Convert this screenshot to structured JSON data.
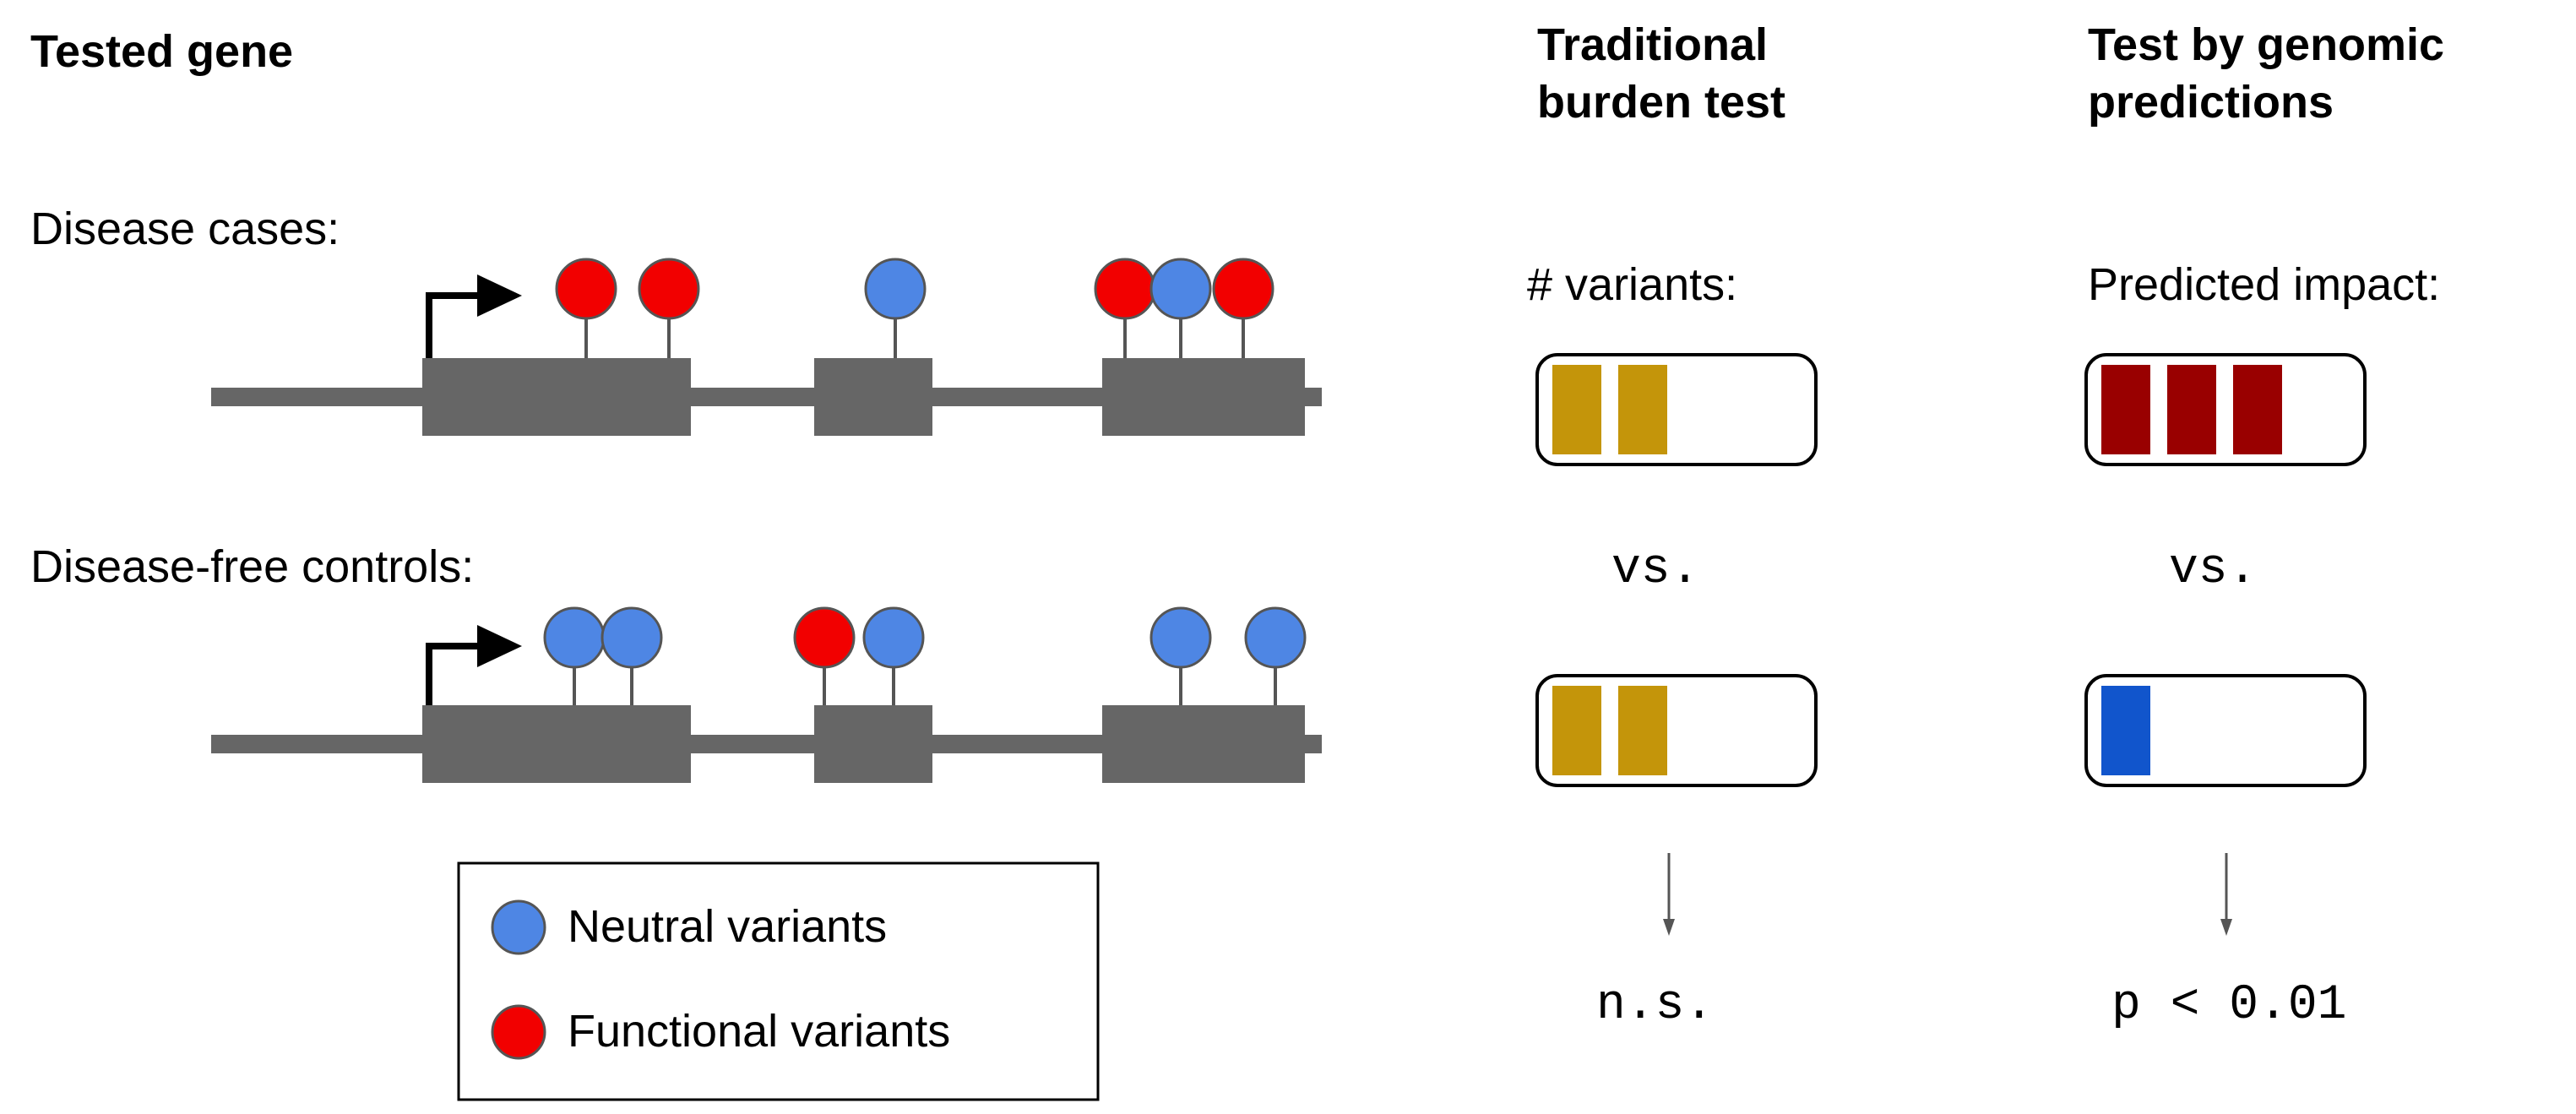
{
  "headings": {
    "tested_gene": "Tested gene",
    "traditional_line1": "Traditional",
    "traditional_line2": "burden test",
    "genomic_line1": "Test by genomic",
    "genomic_line2": "predictions"
  },
  "rows": {
    "cases_label": "Disease cases:",
    "controls_label": "Disease-free controls:"
  },
  "columns": {
    "variants_label": "# variants:",
    "impact_label": "Predicted impact:",
    "vs_left": "vs.",
    "vs_right": "vs.",
    "result_left": "n.s.",
    "result_right": "p < 0.01"
  },
  "legend": {
    "neutral": "Neutral variants",
    "functional": "Functional variants"
  },
  "counts": {
    "cases_variants": 2,
    "controls_variants": 2,
    "cases_impact": 3,
    "controls_impact": 1
  },
  "colors": {
    "neutral": "#4e86e4",
    "functional": "#f20000",
    "gene": "#666666",
    "variant_bar": "#c4950a",
    "impact_high": "#990000",
    "impact_low": "#1155cc"
  }
}
